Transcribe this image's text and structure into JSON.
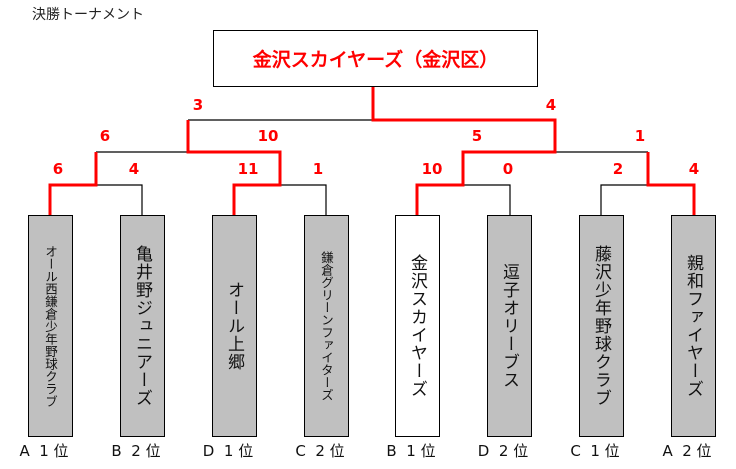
{
  "title": "決勝トーナメント",
  "champion": "金沢スカイヤーズ（金沢区）",
  "colors": {
    "winner_line": "#ff0000",
    "loser_line": "#000000",
    "team_box": "#c0c0c0",
    "winner_box": "#ffffff"
  },
  "teams": [
    {
      "name": "オール西鎌倉少年野球クラブ",
      "rank": "A  1 位"
    },
    {
      "name": "亀井野ジュニアーズ",
      "rank": "B  2 位"
    },
    {
      "name": "オール上郷",
      "rank": "D  1 位"
    },
    {
      "name": "鎌倉グリーンファイターズ",
      "rank": "C  2 位"
    },
    {
      "name": "金沢スカイヤーズ",
      "rank": "B  1 位"
    },
    {
      "name": "逗子オリーブス",
      "rank": "D  2 位"
    },
    {
      "name": "藤沢少年野球クラブ",
      "rank": "C  1 位"
    },
    {
      "name": "親和ファイヤーズ",
      "rank": "A  2 位"
    }
  ],
  "scores": {
    "round1": [
      "6",
      "4",
      "11",
      "1",
      "10",
      "0",
      "2",
      "4"
    ],
    "round2": [
      "6",
      "10",
      "5",
      "1"
    ],
    "final": [
      "3",
      "4"
    ]
  }
}
